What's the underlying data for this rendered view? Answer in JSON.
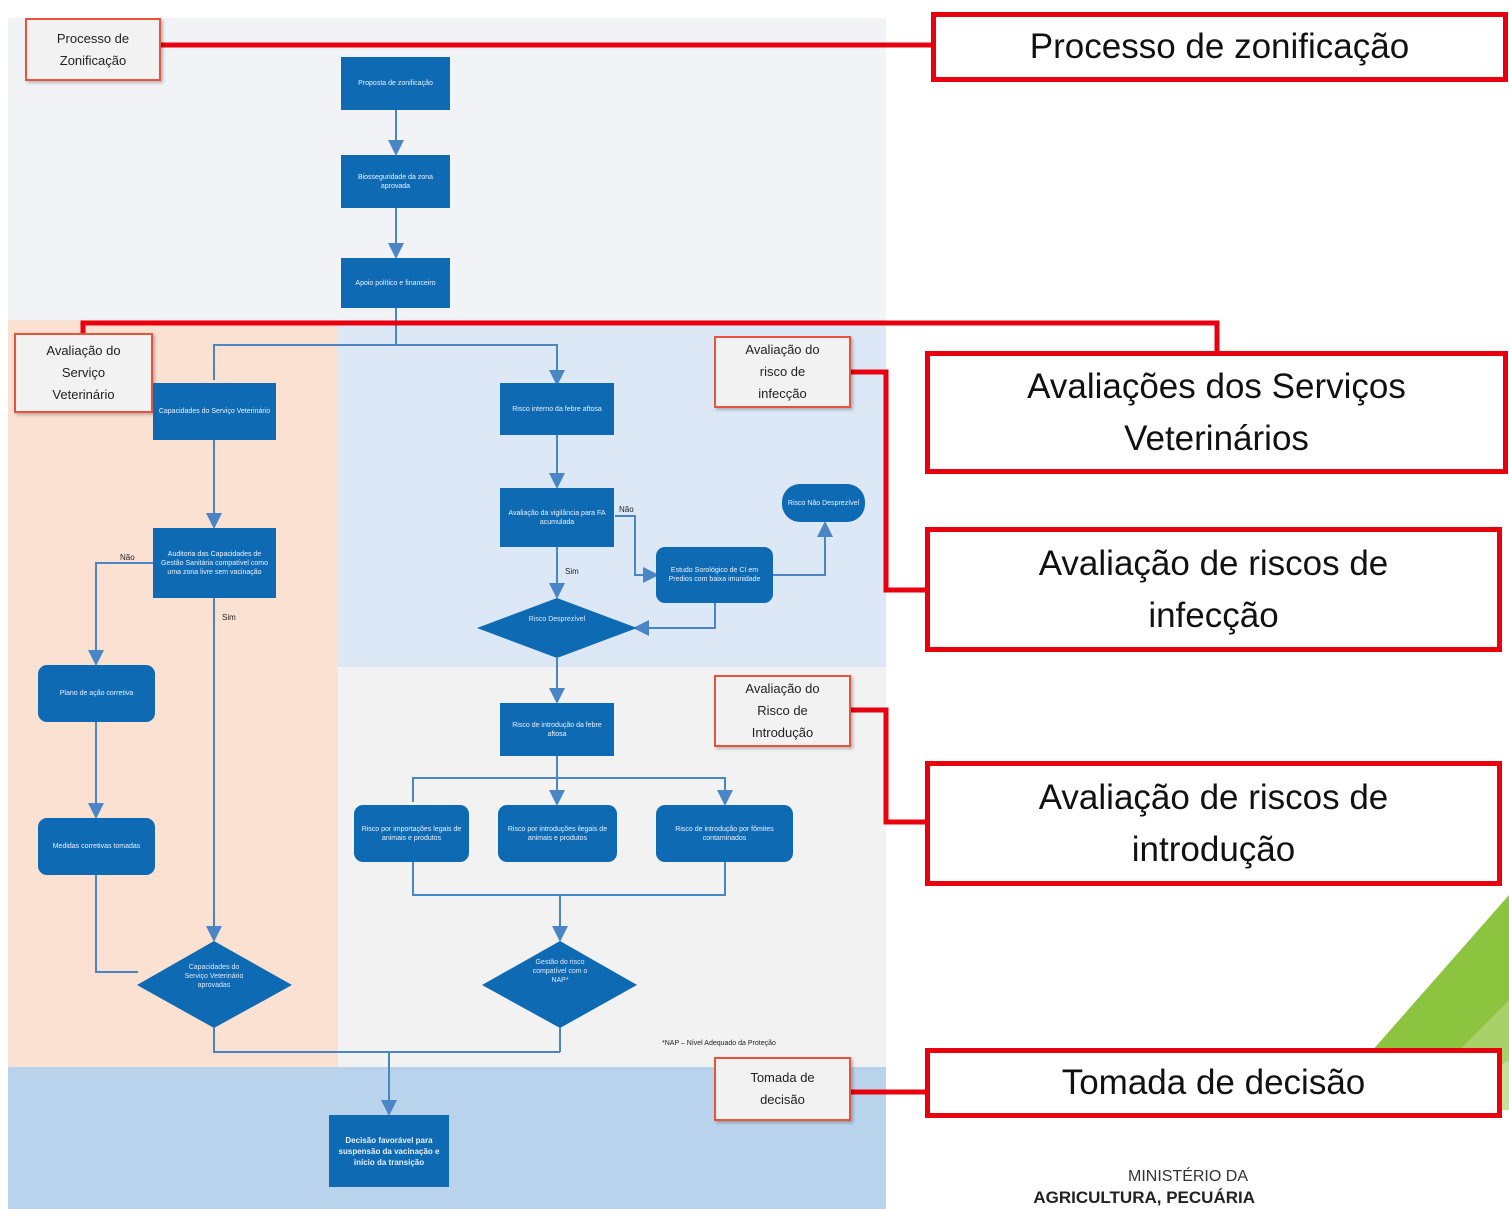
{
  "zone_labels": {
    "zoning": "Processo de\nZonificação",
    "vet": "Avaliação do\nServiço\nVeterinário",
    "infection": "Avaliação do\nrisco de\ninfecção",
    "introduction": "Avaliação do\nRisco de\nIntrodução",
    "decision": "Tomada de\ndecisão"
  },
  "nodes": {
    "proposta": "Proposta de zonificação",
    "biosseguridade": "Biosseguridade da zona aprovada",
    "apoio": "Apoio político e financeiro",
    "capacidades": "Capacidades do Serviço Veterinário",
    "auditoria": "Auditoria das Capacidades de Gestão Sanitária compatível como uma zona livre sem vacinação",
    "plano": "Plano de ação corretiva",
    "medidas": "Medidas corretivas tomadas",
    "cap_aprovadas": "Capacidades do Serviço Veterinário aprovadas",
    "risco_interno": "Risco interno da febre aftosa",
    "vigilancia": "Avaliação da vigilância para FA acumulada",
    "estudo": "Estudo Sorológico de CI em Predios com baixa imunidade",
    "nao_desprezivel": "Risco Não Desprezível",
    "desprezivel": "Risco Desprezível",
    "introducao": "Risco de introdução da febre aftosa",
    "imp_legais": "Risco por importações legais de animais e produtos",
    "int_ilegais": "Risco por introduções ilegais de animais e produtos",
    "fomites": "Risco de introdução por fômites contaminados",
    "gestao": "Gestão do risco compatível com o NAP*",
    "decisao": "Decisão favorável para suspensão da vacinação e início da transição"
  },
  "edge_labels": {
    "nao_1": "Não",
    "sim_1": "Sim",
    "nao_2": "Não",
    "sim_2": "Sim"
  },
  "footnote": "*NAP – Nível Adequado da Proteção",
  "callouts": {
    "zoning": "Processo de zonificação",
    "vet": "Avaliações dos Serviços\nVeterinários",
    "infection": "Avaliação de riscos de\ninfecção",
    "introduction": "Avaliação de riscos de\nintrodução",
    "decision": "Tomada de decisão"
  },
  "ministry": {
    "line1": "MINISTÉRIO DA",
    "line2": "AGRICULTURA, PECUÁRIA"
  },
  "colors": {
    "zoning_bg": "#f1f3f6",
    "vet_bg": "#fbe1d2",
    "infection_bg": "#dce8f6",
    "introduction_bg": "#f2f2f2",
    "decision_bg": "#bad3ec",
    "node": "#0f6ab4",
    "callout_border": "#e8000f",
    "arrow": "#4a86c5"
  }
}
